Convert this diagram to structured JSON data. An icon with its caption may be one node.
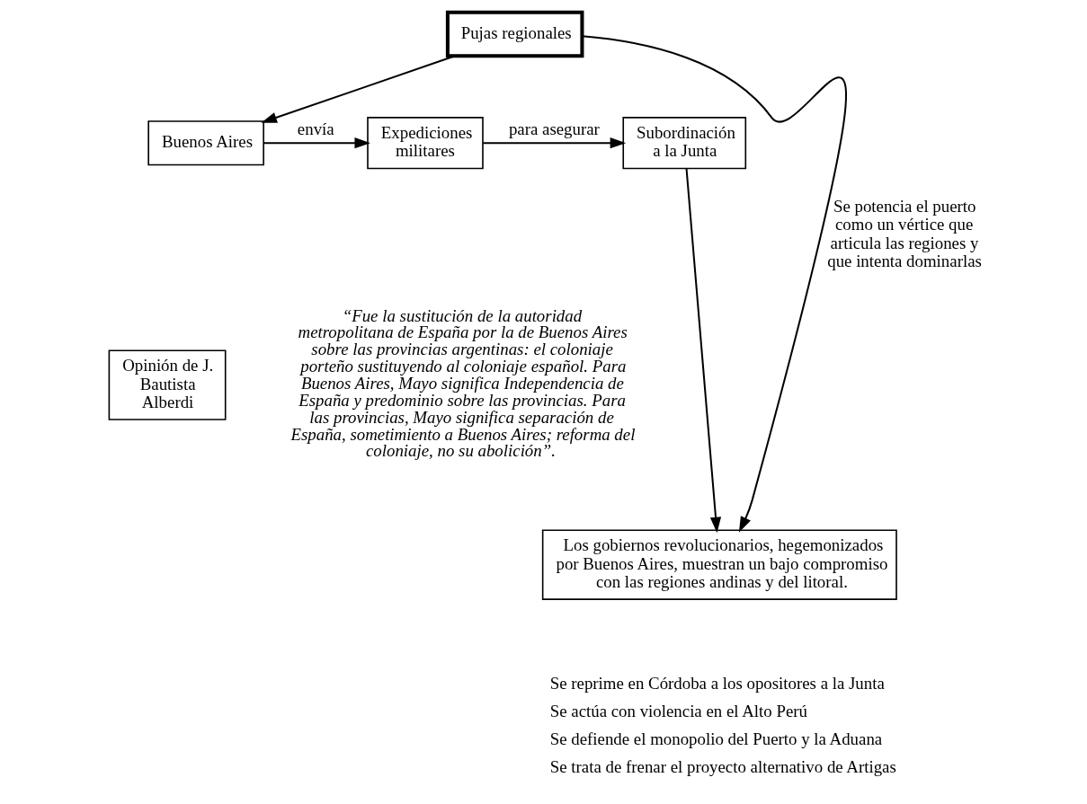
{
  "diagram": {
    "nodes": [
      {
        "text": [
          "Pujas regionales"
        ]
      },
      {
        "text": [
          "Buenos Aires"
        ]
      },
      {
        "text": [
          "Expediciones militares"
        ]
      },
      {
        "text": [
          "Subordinación a la Junta"
        ]
      },
      {
        "text": [
          "Opinión de J. Bautista Alberdi"
        ],
        "beside": [
          "“Fue la sustitución de la autoridad metropolitana de España por la de Buenos Aires sobre las provincias argentinas: el coloniaje porteño sustituyendo al coloniaje español. Para Buenos Aires, Mayo significa Independencia de España y predominio sobre las provincias. Para las provincias, Mayo significa separación de España, sometimiento a Buenos Aires; reforma del coloniaje, no su abolición”."
        ]
      },
      {
        "text": [
          "Los gobiernos revolucionarios, hegemonizados por Buenos Aires, muestran un bajo compromiso con las regiones andinas y del litoral."
        ]
      }
    ],
    "edges": [
      {
        "from": 0,
        "to": 1,
        "arrow": "to"
      },
      {
        "from": 1,
        "to": 2,
        "arrow": "to",
        "label": "envía"
      },
      {
        "from": 2,
        "to": 3,
        "arrow": "to",
        "label": "para asegurar"
      },
      {
        "from": 3,
        "to": 5,
        "arrow": "to"
      },
      {
        "from": 0,
        "to": 5,
        "arrow": "to",
        "label": "Se potencia el puerto como un vértice que articula las regiones y que intenta dominarlas"
      }
    ],
    "labels": [
      "Se reprime en Córdoba a los opositores a la Junta",
      "Se actúa con violencia en el Alto Perú",
      "Se defiende el monopolio del Puerto y la Aduana",
      "Se trata de frenar el proyecto alternativo de Artigas"
    ]
  }
}
